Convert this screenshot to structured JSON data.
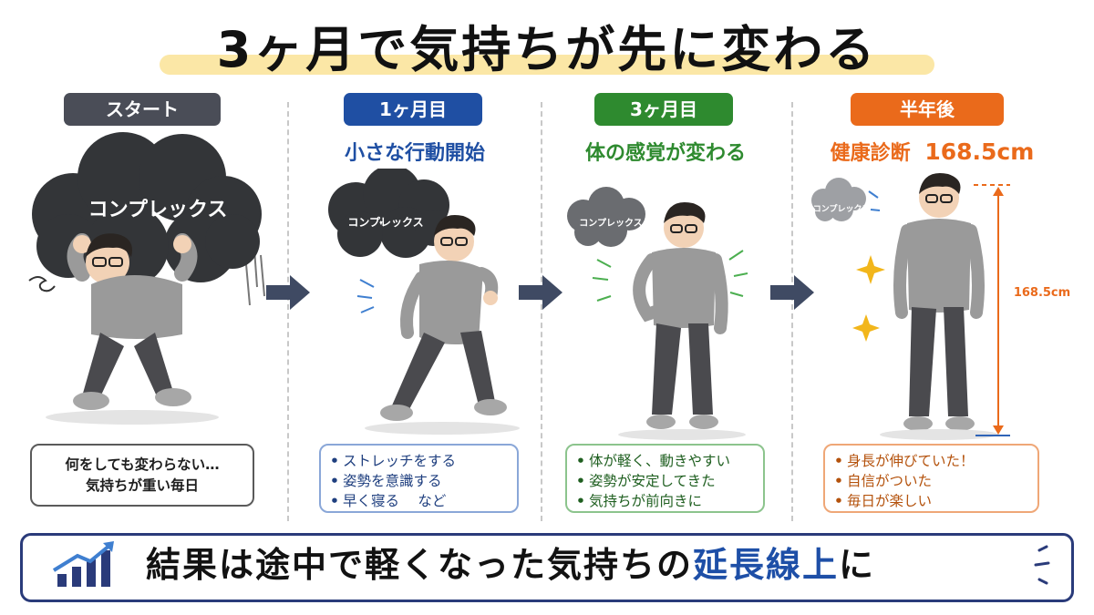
{
  "title": "3ヶ月で気持ちが先に変わる",
  "stages": [
    {
      "badge": "スタート",
      "cloud_label": "コンプレックス",
      "note_lines": [
        "何をしても変わらない…",
        "気持ちが重い毎日"
      ]
    },
    {
      "badge": "1ヶ月目",
      "heading": "小さな行動開始",
      "cloud_label": "コンプレックス",
      "note_items": [
        "ストレッチをする",
        "姿勢を意識する",
        "早く寝る　 など"
      ]
    },
    {
      "badge": "3ヶ月目",
      "heading": "体の感覚が変わる",
      "cloud_label": "コンプレックス",
      "note_items": [
        "体が軽く、動きやすい",
        "姿勢が安定してきた",
        "気持ちが前向きに"
      ]
    },
    {
      "badge": "半年後",
      "heading_prefix": "健康診断",
      "heading_value": "168.5cm",
      "cloud_label": "コンプレックス",
      "height_label": "168.5cm",
      "note_items": [
        "身長が伸びていた！",
        "自信がついた",
        "毎日が楽しい"
      ]
    }
  ],
  "banner": {
    "text_before": "結果は途中で軽くなった気持ちの",
    "text_highlight": "延長線上",
    "text_after": "に"
  },
  "colors": {
    "stage0": "#4a4d57",
    "stage1": "#1f4fa3",
    "stage2": "#2e8a2f",
    "stage3": "#ea6a1b",
    "banner_border": "#2a3b7a"
  },
  "icons": [
    "bar-chart-growth-icon",
    "sparkle-icon",
    "arrow-right-icon",
    "height-measure-icon"
  ]
}
